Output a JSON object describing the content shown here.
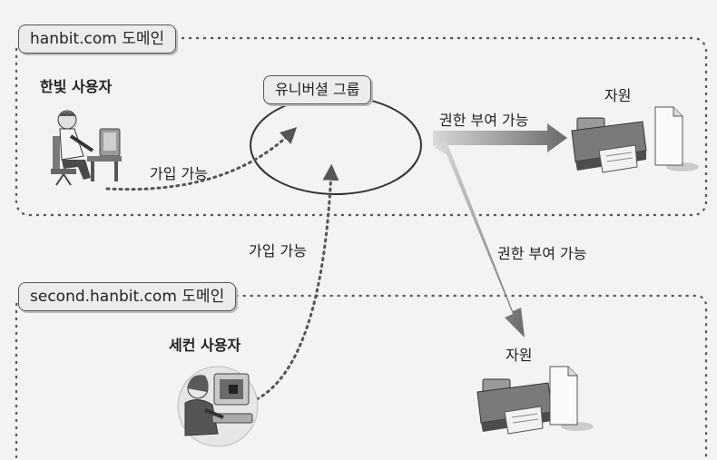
{
  "domains": {
    "top": "hanbit.com 도메인",
    "bottom": "second.hanbit.com 도메인"
  },
  "group": {
    "label": "유니버셜 그룹"
  },
  "users": {
    "hanbit": "한빛 사용자",
    "second": "세컨 사용자"
  },
  "edges": {
    "join_top": "가입 가능",
    "join_bottom": "가입 가능",
    "grant_top": "권한 부여 가능",
    "grant_bottom": "권한 부여 가능"
  },
  "resources": {
    "top": "자원",
    "bottom": "자원"
  }
}
